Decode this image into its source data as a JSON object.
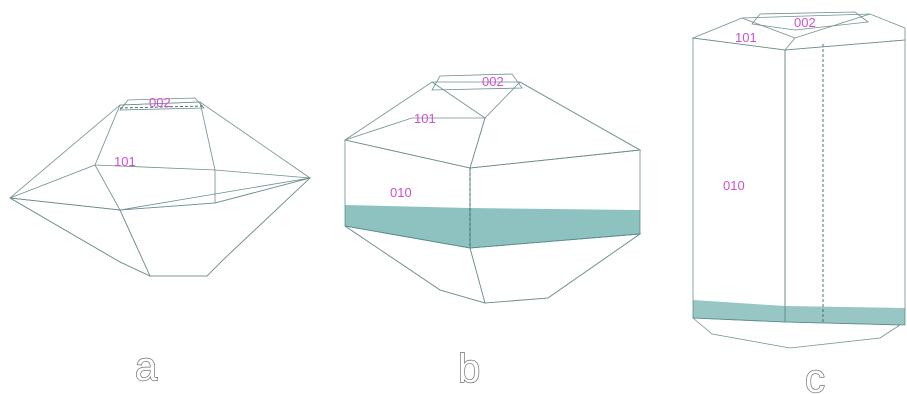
{
  "colors": {
    "face_top": "#35f2f2",
    "face_top_light": "#48f5f5",
    "face_side": "#3fbdbb",
    "face_side_dark": "#2f8e8c",
    "face_bottom": "#2c6a69",
    "face_bottom_dark": "#1d4949",
    "label": "#d04fd0"
  },
  "crystals": [
    {
      "id": "a",
      "panel_letter": "a",
      "faces": {
        "top": "002",
        "pyramid": "101"
      }
    },
    {
      "id": "b",
      "panel_letter": "b",
      "faces": {
        "top": "002",
        "pyramid": "101",
        "prism": "010"
      }
    },
    {
      "id": "c",
      "panel_letter": "c",
      "faces": {
        "top": "002",
        "pyramid": "101",
        "prism": "010"
      }
    }
  ]
}
